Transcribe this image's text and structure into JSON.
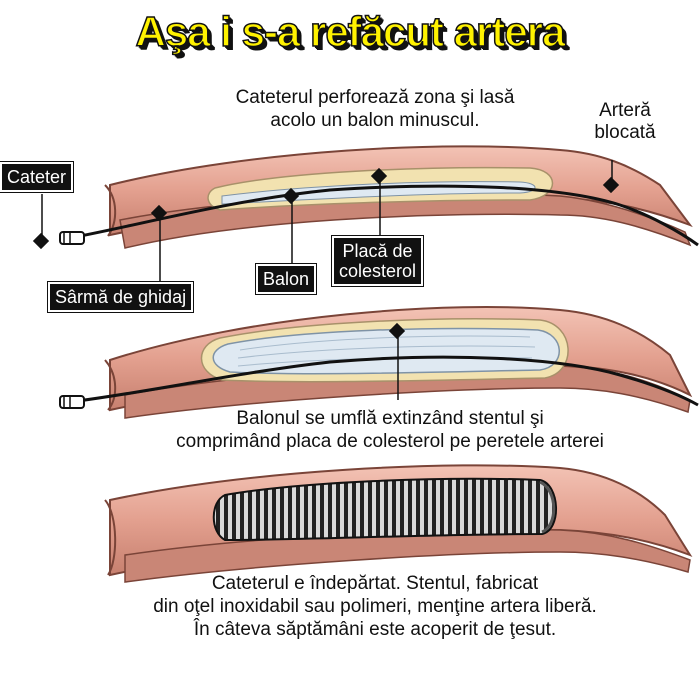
{
  "title": "Aşa i s-a refăcut artera",
  "captions": {
    "step1_line1": "Cateterul perforează zona şi lasă",
    "step1_line2": "acolo un balon minuscul.",
    "step2_line1": "Balonul se umflă extinzând stentul şi",
    "step2_line2": "comprimând placa de colesterol pe peretele arterei",
    "step3_line1": "Cateterul e îndepărtat. Stentul, fabricat",
    "step3_line2": "din oţel inoxidabil sau polimeri, menţine artera liberă.",
    "step3_line3": "În câteva săptămâni este acoperit de ţesut."
  },
  "labels": {
    "cateter": "Cateter",
    "sarma": "Sârmă de ghidaj",
    "balon": "Balon",
    "placa_line1": "Placă de",
    "placa_line2": "colesterol",
    "artera_line1": "Arteră",
    "artera_line2": "blocată"
  },
  "colors": {
    "artery_wall": "#e3a08f",
    "artery_dark": "#b06a5a",
    "artery_lumen": "#c98676",
    "plaque": "#f2e2b0",
    "balloon": "#dfe9f2",
    "title_fill": "#fff200",
    "label_box": "#111111"
  }
}
